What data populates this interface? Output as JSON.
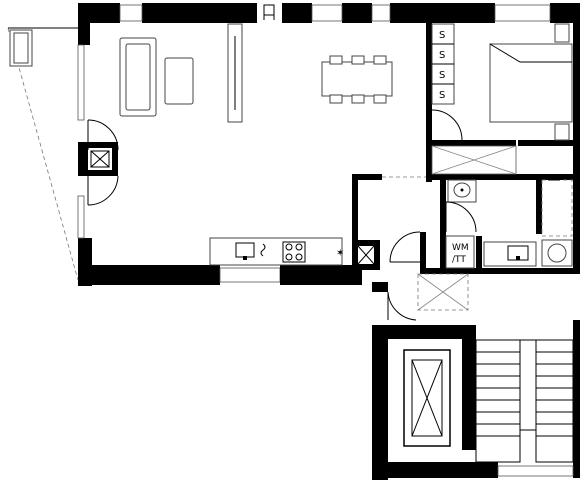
{
  "labels": {
    "washer_dryer_line1": "WM",
    "washer_dryer_line2": "/TT"
  },
  "icons": {
    "wardrobe_symbol": "S",
    "stove_symbol": "✶"
  },
  "colors": {
    "wall": "#000000",
    "background": "#ffffff"
  }
}
